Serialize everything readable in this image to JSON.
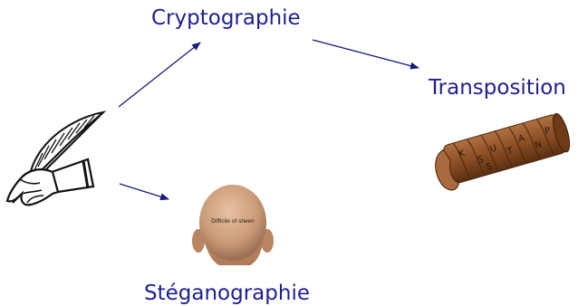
{
  "nodes": {
    "cryptographie": "Cryptographie",
    "transposition": "Transposition",
    "steganographie": "Stéganographie"
  },
  "images": {
    "head_tattoo_text": "Difficile of sheen",
    "scytale_letters": [
      "K",
      "S",
      "U",
      "T",
      "A",
      "N",
      "P",
      "S"
    ]
  },
  "colors": {
    "arrow": "#1a1a7a",
    "label": "#1f1f8f",
    "leather": "#8a4e24",
    "skin": "#c99a78"
  },
  "icons": {
    "writer": "quill-hand-icon",
    "head": "shaved-head-icon",
    "scytale": "scytale-icon"
  }
}
